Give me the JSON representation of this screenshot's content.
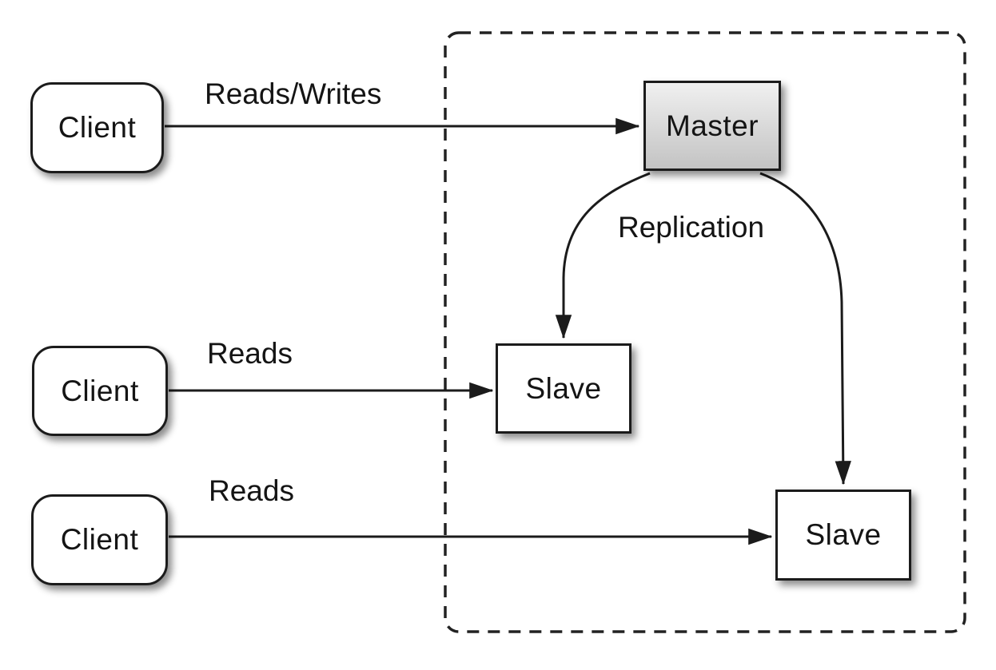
{
  "nodes": {
    "client1": {
      "label": "Client"
    },
    "client2": {
      "label": "Client"
    },
    "client3": {
      "label": "Client"
    },
    "master": {
      "label": "Master"
    },
    "slave1": {
      "label": "Slave"
    },
    "slave2": {
      "label": "Slave"
    }
  },
  "edge_labels": {
    "reads_writes": "Reads/Writes",
    "reads_middle": "Reads",
    "reads_bottom": "Reads",
    "replication": "Replication"
  },
  "colors": {
    "stroke": "#1b1b1b",
    "node_fill": "#ffffff",
    "background": "#ffffff",
    "master_gradient_top": "#f0f0f0",
    "master_gradient_bottom": "#c3c3c3"
  }
}
